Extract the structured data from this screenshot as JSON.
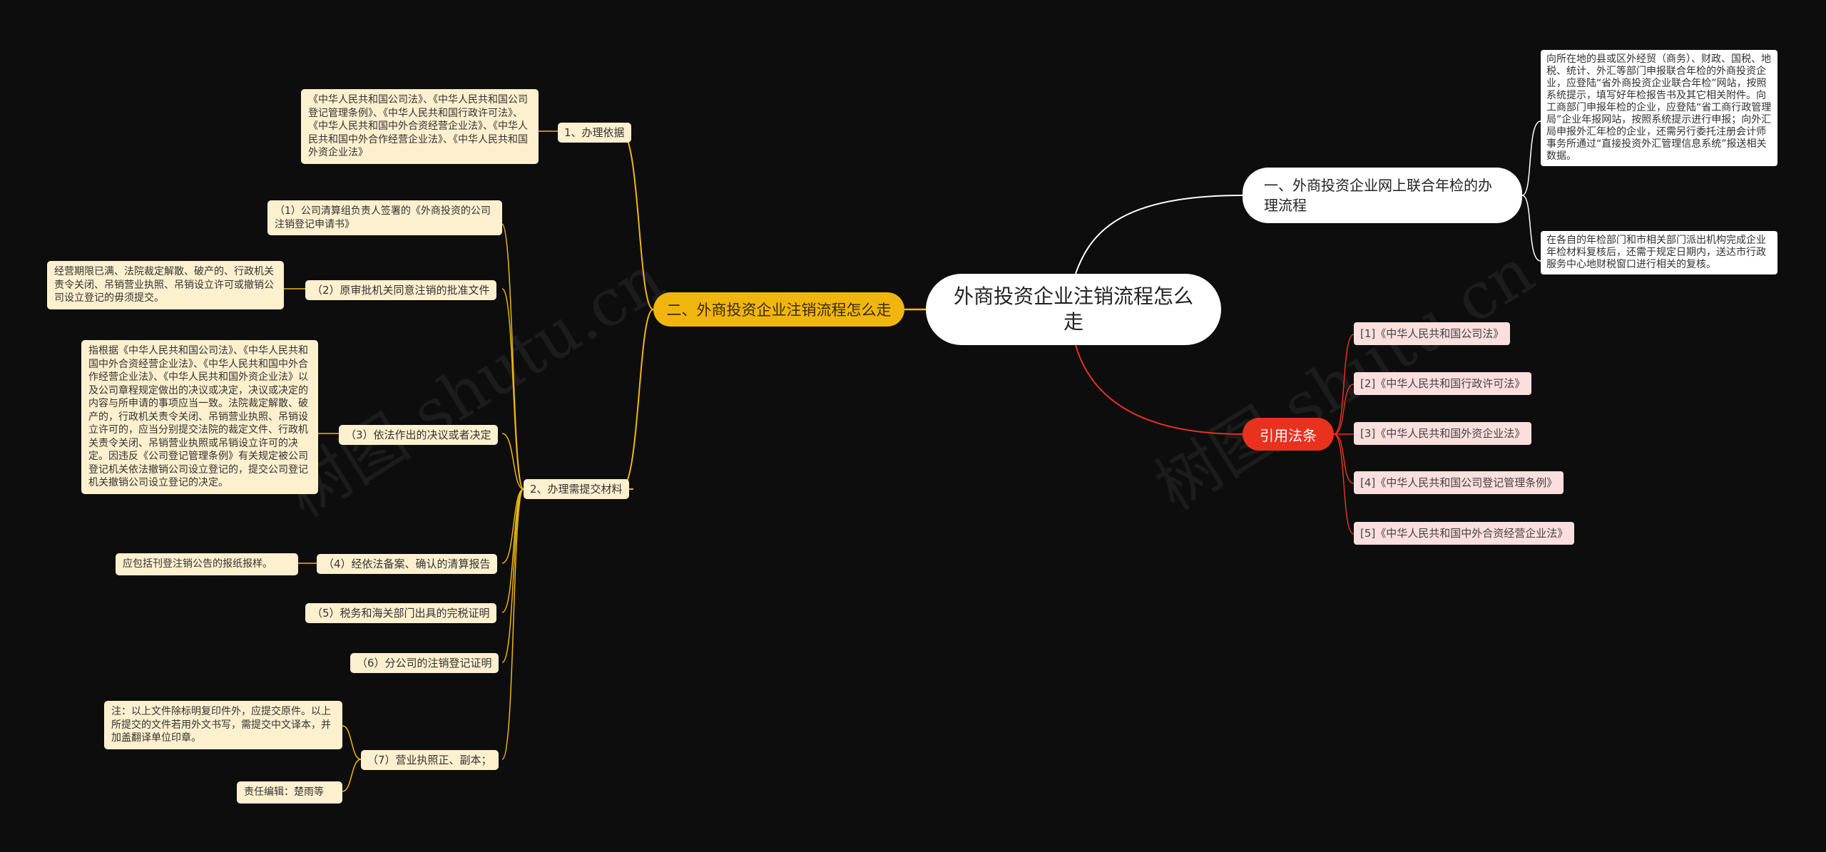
{
  "watermark": "树图 shutu.cn",
  "center": {
    "title": "外商投资企业注销流程怎么走"
  },
  "branch_left": {
    "label": "二、外商投资企业注销流程怎么走",
    "basis": {
      "label": "1、办理依据",
      "text": "《中华人民共和国公司法》、《中华人民共和国公司登记管理条例》、《中华人民共和国行政许可法》、《中华人民共和国中外合资经营企业法》、《中华人民共和国中外合作经营企业法》、《中华人民共和国外资企业法》"
    },
    "materials": {
      "label": "2、办理需提交材料",
      "items": [
        {
          "label": "（1）公司清算组负责人签署的《外商投资的公司注销登记申请书》"
        },
        {
          "label": "（2）原审批机关同意注销的批准文件",
          "note": "经营期限已满、法院裁定解散、破产的、行政机关责令关闭、吊销营业执照、吊销设立许可或撤销公司设立登记的毋须提交。"
        },
        {
          "label": "（3）依法作出的决议或者决定",
          "note": "指根据《中华人民共和国公司法》、《中华人民共和国中外合资经营企业法》、《中华人民共和国中外合作经营企业法》、《中华人民共和国外资企业法》以及公司章程规定做出的决议或决定，决议或决定的内容与所申请的事项应当一致。法院裁定解散、破产的，行政机关责令关闭、吊销营业执照、吊销设立许可的，应当分别提交法院的裁定文件、行政机关责令关闭、吊销营业执照或吊销设立许可的决定。因违反《公司登记管理条例》有关规定被公司登记机关依法撤销公司设立登记的，提交公司登记机关撤销公司设立登记的决定。"
        },
        {
          "label": "（4）经依法备案、确认的清算报告",
          "note": "应包括刊登注销公告的报纸报样。"
        },
        {
          "label": "（5）税务和海关部门出具的完税证明"
        },
        {
          "label": "（6）分公司的注销登记证明"
        },
        {
          "label": "（7）营业执照正、副本；",
          "notes": [
            "注：以上文件除标明复印件外，应提交原件。以上所提交的文件若用外文书写，需提交中文译本，并加盖翻译单位印章。",
            "责任编辑：楚雨等"
          ]
        }
      ]
    }
  },
  "branch_right_top": {
    "label": "一、外商投资企业网上联合年检的办理流程",
    "texts": [
      "向所在地的县或区外经贸（商务）、财政、国税、地税、统计、外汇等部门申报联合年检的外商投资企业，应登陆“省外商投资企业联合年检”网站，按照系统提示，填写好年检报告书及其它相关附件。向工商部门申报年检的企业，应登陆“省工商行政管理局”企业年报网站，按照系统提示进行申报；向外汇局申报外汇年检的企业，还需另行委托注册会计师事务所通过“直接投资外汇管理信息系统”报送相关数据。",
      "在各自的年检部门和市相关部门派出机构完成企业年检材料复核后，还需于规定日期内，送达市行政服务中心地财税窗口进行相关的复核。"
    ]
  },
  "branch_right_bottom": {
    "label": "引用法条",
    "refs": [
      "[1]《中华人民共和国公司法》",
      "[2]《中华人民共和国行政许可法》",
      "[3]《中华人民共和国外资企业法》",
      "[4]《中华人民共和国公司登记管理条例》",
      "[5]《中华人民共和国中外合资经营企业法》"
    ]
  },
  "colors": {
    "background": "#0d0d0d",
    "yellow": "#f1b60e",
    "red": "#e8321e",
    "leaf": "#fdf0cf",
    "ref": "#fbdede"
  }
}
